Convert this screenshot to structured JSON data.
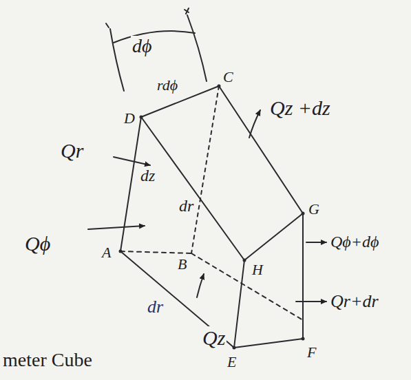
{
  "diagram": {
    "labels": [
      "dϕ",
      "rdϕ",
      "C",
      "D",
      "Qz +dz",
      "Qr",
      "dz",
      "dr",
      "Qϕ",
      "G",
      "Qϕ+dϕ",
      "A",
      "B",
      "H",
      "Qr+dr",
      "dr",
      "Qz",
      "E",
      "F",
      "meter Cube"
    ]
  }
}
